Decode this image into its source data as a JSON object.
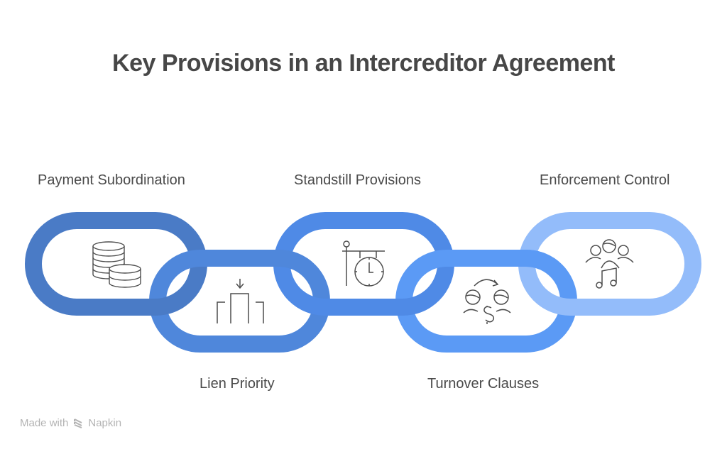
{
  "title": "Key Provisions in an Intercreditor Agreement",
  "links": [
    {
      "label": "Payment Subordination",
      "icon": "coins-stack-icon",
      "position": "top",
      "color": "#4a7bc6"
    },
    {
      "label": "Lien Priority",
      "icon": "priority-podium-icon",
      "position": "bottom",
      "color": "#4f87db"
    },
    {
      "label": "Standstill Provisions",
      "icon": "hanging-clock-icon",
      "position": "top",
      "color": "#4f8ae6"
    },
    {
      "label": "Turnover Clauses",
      "icon": "money-transfer-people-icon",
      "position": "bottom",
      "color": "#5b9af5"
    },
    {
      "label": "Enforcement Control",
      "icon": "group-conductor-icon",
      "position": "top",
      "color": "#93bcfa"
    }
  ],
  "footer": {
    "made_with": "Made with",
    "brand": "Napkin"
  }
}
